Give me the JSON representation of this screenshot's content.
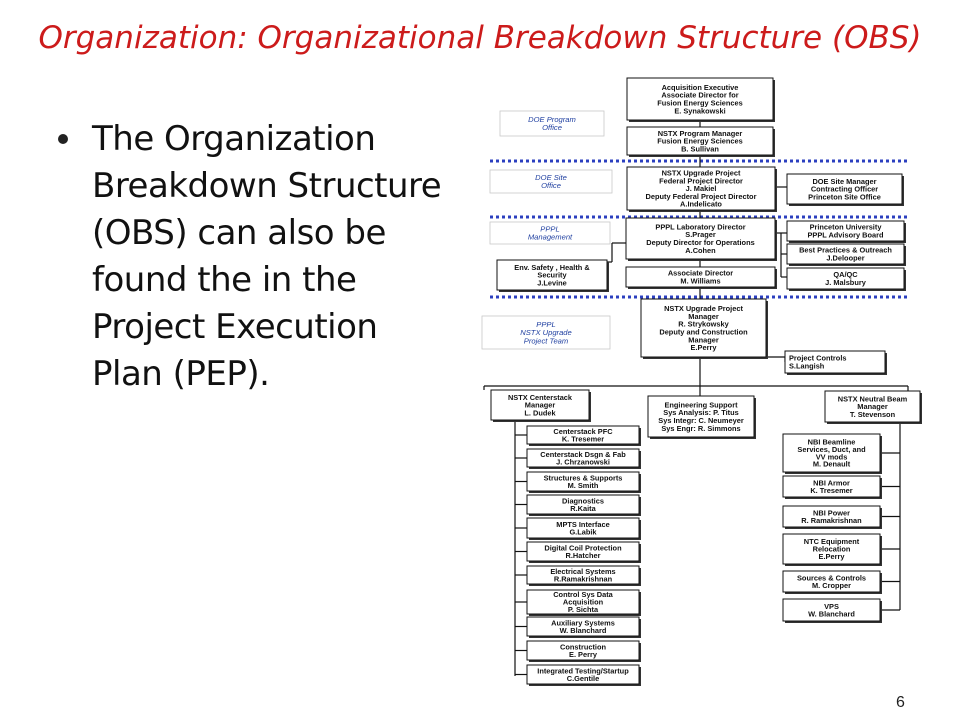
{
  "slide": {
    "title": "Organization: Organizational Breakdown Structure (OBS)",
    "bullet": "The Organization Breakdown Structure (OBS) can also be found the in the Project Execution Plan (PEP).",
    "page_number": "6"
  },
  "colors": {
    "title": "#cc1b1b",
    "labels": "#1f3fa0",
    "divider": "#2b3fbf"
  },
  "org_chart": {
    "side_labels": {
      "doe_program": [
        "DOE Program",
        "Office"
      ],
      "doe_site": [
        "DOE Site",
        "Office"
      ],
      "pppl_mgmt": [
        "PPPL",
        "Management"
      ],
      "pppl_nstx": [
        "PPPL",
        "NSTX Upgrade",
        "Project Team"
      ]
    },
    "boxes": {
      "acq_exec": [
        "Acquisition Executive",
        "Associate Director for",
        "Fusion Energy Sciences",
        "E. Synakowski"
      ],
      "prog_mgr": [
        "NSTX Program Manager",
        "Fusion Energy Sciences",
        "B. Sullivan"
      ],
      "fed_dir": [
        "NSTX Upgrade Project",
        "Federal Project Director",
        "J. Makiel",
        "Deputy Federal Project Director",
        "A.Indelicato"
      ],
      "site_mgr": [
        "DOE Site Manager",
        "Contracting Officer",
        "Princeton Site Office"
      ],
      "lab_dir": [
        "PPPL Laboratory Director",
        "S.Prager",
        "Deputy Director for Operations",
        "A.Cohen"
      ],
      "princeton": [
        "Princeton University",
        "PPPL Advisory Board"
      ],
      "best_practices": [
        "Best Practices & Outreach",
        "J.Delooper"
      ],
      "esh": [
        "Env. Safety , Health &",
        "Security",
        "J.Levine"
      ],
      "assoc_dir": [
        "Associate Director",
        "M. Williams"
      ],
      "qa": [
        "QA/QC",
        "J. Malsbury"
      ],
      "proj_mgr": [
        "NSTX Upgrade Project",
        "Manager",
        "R. Strykowsky",
        "Deputy and Construction",
        "Manager",
        "E.Perry"
      ],
      "proj_controls": [
        "Project Controls",
        "S.Langish"
      ],
      "cs_mgr": [
        "NSTX Centerstack",
        "Manager",
        "L. Dudek"
      ],
      "eng_support": [
        "Engineering Support",
        "Sys Analysis: P. Titus",
        "Sys Integr: C. Neumeyer",
        "Sys Engr: R. Simmons"
      ],
      "nb_mgr": [
        "NSTX Neutral Beam",
        "Manager",
        "T. Stevenson"
      ]
    },
    "centerstack_items": [
      [
        "Centerstack PFC",
        "K. Tresemer"
      ],
      [
        "Centerstack Dsgn & Fab",
        "J. Chrzanowski"
      ],
      [
        "Structures & Supports",
        "M. Smith"
      ],
      [
        "Diagnostics",
        "R.Kaita"
      ],
      [
        "MPTS Interface",
        "G.Labik"
      ],
      [
        "Digital Coil Protection",
        "R.Hatcher"
      ],
      [
        "Electrical Systems",
        "R.Ramakrishnan"
      ],
      [
        "Control Sys Data",
        "Acquisition",
        "P. Sichta"
      ],
      [
        "Auxiliary Systems",
        "W. Blanchard"
      ],
      [
        "Construction",
        "E. Perry"
      ],
      [
        "Integrated Testing/Startup",
        "C.Gentile"
      ]
    ],
    "neutral_beam_items": [
      [
        "NBI Beamline",
        "Services, Duct, and",
        "VV mods",
        "M. Denault"
      ],
      [
        "NBI Armor",
        "K. Tresemer"
      ],
      [
        "NBI Power",
        "R. Ramakrishnan"
      ],
      [
        "NTC Equipment",
        "Relocation",
        "E.Perry"
      ],
      [
        "Sources & Controls",
        "M. Cropper"
      ],
      [
        "VPS",
        "W. Blanchard"
      ]
    ]
  }
}
